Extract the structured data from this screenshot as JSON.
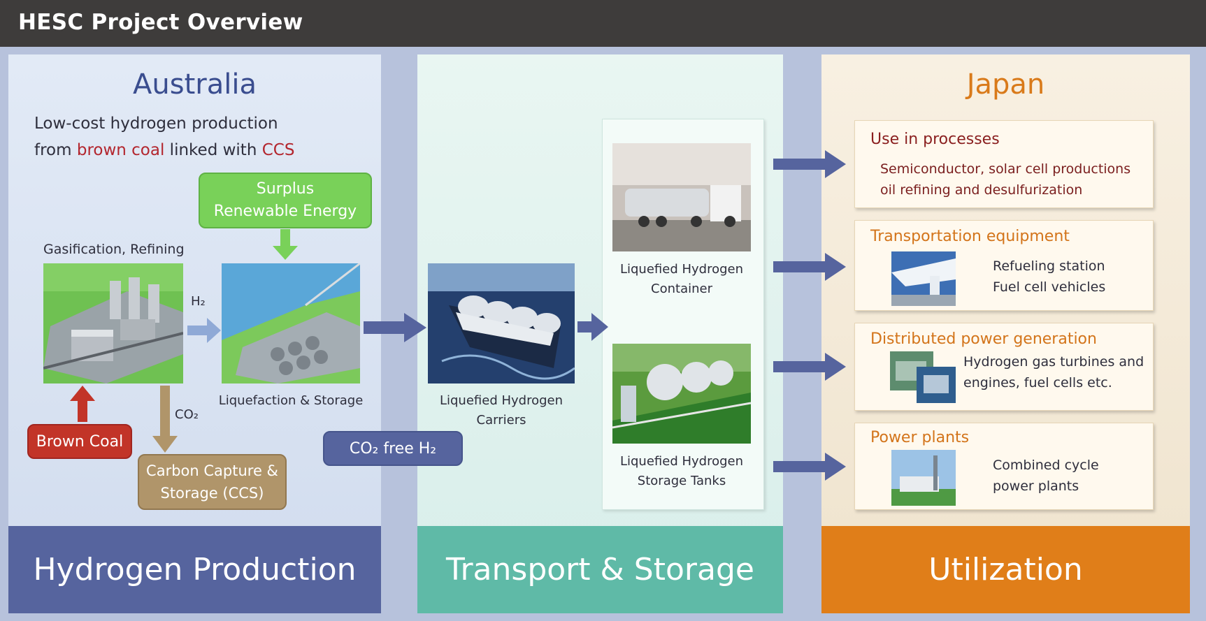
{
  "header": {
    "title": "HESC Project Overview"
  },
  "australia": {
    "heading": "Australia",
    "desc_line1": "Low-cost hydrogen production",
    "desc_from": "from ",
    "desc_brown_coal": "brown coal",
    "desc_linked": " linked with ",
    "desc_ccs": "CCS",
    "surplus_line1": "Surplus",
    "surplus_line2": "Renewable Energy",
    "gasification_label": "Gasification, Refining",
    "h2_label": "H₂",
    "co2_label": "CO₂",
    "liquefaction_label": "Liquefaction & Storage",
    "brown_coal_tag": "Brown Coal",
    "ccs_line1": "Carbon Capture &",
    "ccs_line2": "Storage (CCS)",
    "banner": "Hydrogen Production"
  },
  "transport": {
    "co2_free": "CO₂ free H₂",
    "carriers_line1": "Liquefied Hydrogen",
    "carriers_line2": "Carriers",
    "container_line1": "Liquefied Hydrogen",
    "container_line2": "Container",
    "tanks_line1": "Liquefied Hydrogen",
    "tanks_line2": "Storage Tanks",
    "banner": "Transport & Storage"
  },
  "japan": {
    "heading": "Japan",
    "items": [
      {
        "title": "Use in processes",
        "desc_line1": "Semiconductor, solar cell productions",
        "desc_line2": "oil refining and desulfurization"
      },
      {
        "title": "Transportation equipment",
        "desc_line1": "Refueling station",
        "desc_line2": "Fuel cell vehicles"
      },
      {
        "title": "Distributed power generation",
        "desc_line1": "Hydrogen gas turbines and",
        "desc_line2": "engines, fuel cells etc."
      },
      {
        "title": "Power plants",
        "desc_line1": "Combined cycle",
        "desc_line2": "power plants"
      }
    ],
    "banner": "Utilization"
  },
  "colors": {
    "australia_blue": "#56649e",
    "transport_teal": "#5fbaa7",
    "japan_orange": "#e07e19",
    "arrow_blue": "#56649e",
    "surplus_green": "#79d159",
    "brown_coal_red": "#c23428",
    "ccs_tan": "#b0956a",
    "co2_free_blue": "#56649e"
  },
  "icons": [
    "arrow-right-icon",
    "arrow-down-icon",
    "arrow-up-icon"
  ]
}
